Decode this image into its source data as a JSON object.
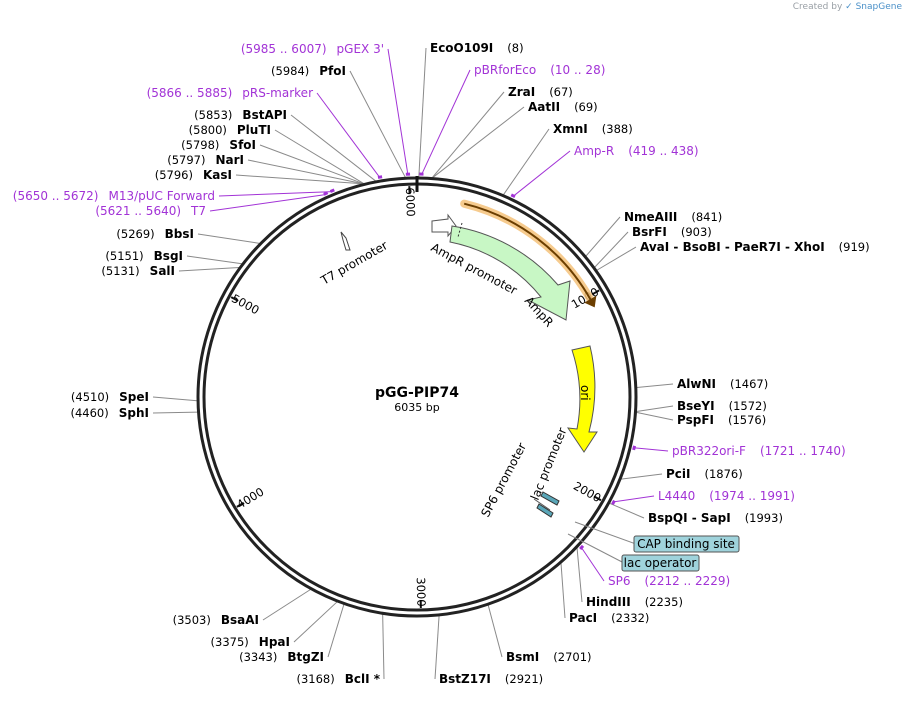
{
  "credit": {
    "prefix": "Created by",
    "brand": "SnapGene"
  },
  "plasmid": {
    "name": "pGG-PIP74",
    "size_label": "6035 bp",
    "length": 6035
  },
  "ticks": [
    {
      "bp": 1000,
      "label": "1000"
    },
    {
      "bp": 2000,
      "label": "2000"
    },
    {
      "bp": 3000,
      "label": "3000"
    },
    {
      "bp": 4000,
      "label": "4000"
    },
    {
      "bp": 5000,
      "label": "5000"
    },
    {
      "bp": 6000,
      "label": "6000"
    }
  ],
  "restriction_sites": [
    {
      "bp": 8,
      "name": "EcoO109I",
      "pos": "(8)",
      "side": "right"
    },
    {
      "bp": 67,
      "name": "ZraI",
      "pos": "(67)",
      "side": "right"
    },
    {
      "bp": 69,
      "name": "AatII",
      "pos": "(69)",
      "side": "right"
    },
    {
      "bp": 388,
      "name": "XmnI",
      "pos": "(388)",
      "side": "right"
    },
    {
      "bp": 841,
      "name": "NmeAIII",
      "pos": "(841)",
      "side": "right"
    },
    {
      "bp": 903,
      "name": "BsrFI",
      "pos": "(903)",
      "side": "right"
    },
    {
      "bp": 919,
      "name": "AvaI - BsoBI - PaeR7I - XhoI",
      "pos": "(919)",
      "side": "right"
    },
    {
      "bp": 1467,
      "name": "AlwNI",
      "pos": "(1467)",
      "side": "right"
    },
    {
      "bp": 1572,
      "name": "BseYI",
      "pos": "(1572)",
      "side": "right"
    },
    {
      "bp": 1576,
      "name": "PspFI",
      "pos": "(1576)",
      "side": "right"
    },
    {
      "bp": 1876,
      "name": "PciI",
      "pos": "(1876)",
      "side": "right"
    },
    {
      "bp": 1993,
      "name": "BspQI - SapI",
      "pos": "(1993)",
      "side": "right"
    },
    {
      "bp": 2235,
      "name": "HindIII",
      "pos": "(2235)",
      "side": "right"
    },
    {
      "bp": 2332,
      "name": "PacI",
      "pos": "(2332)",
      "side": "right"
    },
    {
      "bp": 2701,
      "name": "BsmI",
      "pos": "(2701)",
      "side": "right"
    },
    {
      "bp": 2921,
      "name": "BstZ17I",
      "pos": "(2921)",
      "side": "right"
    },
    {
      "bp": 3168,
      "name": "BclI *",
      "pos": "(3168)",
      "side": "left"
    },
    {
      "bp": 3343,
      "name": "BtgZI",
      "pos": "(3343)",
      "side": "left"
    },
    {
      "bp": 3375,
      "name": "HpaI",
      "pos": "(3375)",
      "side": "left"
    },
    {
      "bp": 3503,
      "name": "BsaAI",
      "pos": "(3503)",
      "side": "left"
    },
    {
      "bp": 4460,
      "name": "SphI",
      "pos": "(4460)",
      "side": "left"
    },
    {
      "bp": 4510,
      "name": "SpeI",
      "pos": "(4510)",
      "side": "left"
    },
    {
      "bp": 5131,
      "name": "SalI",
      "pos": "(5131)",
      "side": "left"
    },
    {
      "bp": 5151,
      "name": "BsgI",
      "pos": "(5151)",
      "side": "left"
    },
    {
      "bp": 5269,
      "name": "BbsI",
      "pos": "(5269)",
      "side": "left"
    },
    {
      "bp": 5796,
      "name": "KasI",
      "pos": "(5796)",
      "side": "left"
    },
    {
      "bp": 5797,
      "name": "NarI",
      "pos": "(5797)",
      "side": "left"
    },
    {
      "bp": 5798,
      "name": "SfoI",
      "pos": "(5798)",
      "side": "left"
    },
    {
      "bp": 5800,
      "name": "PluTI",
      "pos": "(5800)",
      "side": "left"
    },
    {
      "bp": 5853,
      "name": "BstAPI",
      "pos": "(5853)",
      "side": "left"
    },
    {
      "bp": 5984,
      "name": "PfoI",
      "pos": "(5984)",
      "side": "left"
    }
  ],
  "primers": [
    {
      "bp": 19,
      "name": "pBRforEco",
      "range": "(10 .. 28)",
      "side": "right"
    },
    {
      "bp": 428,
      "name": "Amp-R",
      "range": "(419 .. 438)",
      "side": "right"
    },
    {
      "bp": 1730,
      "name": "pBR322ori-F",
      "range": "(1721 .. 1740)",
      "side": "right"
    },
    {
      "bp": 1982,
      "name": "L4440",
      "range": "(1974 .. 1991)",
      "side": "right"
    },
    {
      "bp": 2220,
      "name": "SP6",
      "range": "(2212 .. 2229)",
      "side": "right"
    },
    {
      "bp": 5630,
      "name": "T7",
      "range": "(5621 .. 5640)",
      "side": "left"
    },
    {
      "bp": 5661,
      "name": "M13/pUC Forward",
      "range": "(5650 .. 5672)",
      "side": "left"
    },
    {
      "bp": 5875,
      "name": "pRS-marker",
      "range": "(5866 .. 5885)",
      "side": "left"
    },
    {
      "bp": 5996,
      "name": "pGEX 3'",
      "range": "(5985 .. 6007)",
      "side": "left"
    }
  ],
  "boxed_features": [
    {
      "name": "CAP binding site"
    },
    {
      "name": "lac operator"
    }
  ],
  "features": [
    {
      "name": "AmpR promoter",
      "type": "promoter"
    },
    {
      "name": "AmpR",
      "type": "gene"
    },
    {
      "name": "ori",
      "type": "origin"
    },
    {
      "name": "lac promoter",
      "type": "promoter"
    },
    {
      "name": "SP6 promoter",
      "type": "promoter"
    },
    {
      "name": "T7 promoter",
      "type": "promoter"
    }
  ],
  "colors": {
    "backbone": "#222222",
    "primer": "#a233d6",
    "ampr_fill": "#c8f7c5",
    "ori_fill": "#ffff00",
    "orange": "#f0a030",
    "box_fill": "#9fd3dc"
  }
}
